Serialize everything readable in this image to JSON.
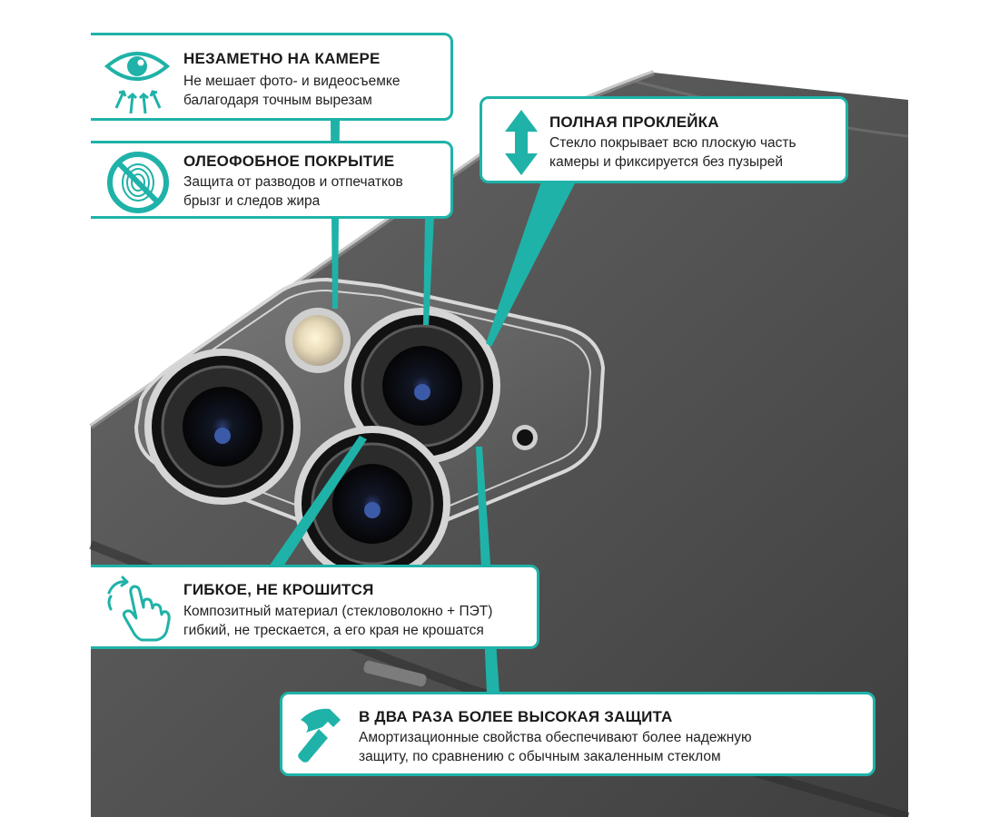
{
  "accent_color": "#1fb2a8",
  "features": [
    {
      "icon": "eye-icon",
      "title": "НЕЗАМЕТНО НА КАМЕРЕ",
      "lines": [
        "Не мешает фото- и видеосъемке",
        "балагодаря точным вырезам"
      ]
    },
    {
      "icon": "no-fingerprint-icon",
      "title": "ОЛЕОФОБНОЕ ПОКРЫТИЕ",
      "lines": [
        "Защита от разводов и отпечатков",
        "брызг и следов жира"
      ]
    },
    {
      "icon": "double-arrow-vertical-icon",
      "title": "ПОЛНАЯ ПРОКЛЕЙКА",
      "lines": [
        "Стекло покрывает всю плоскую часть",
        "камеры и фиксируется без пузырей"
      ]
    },
    {
      "icon": "flex-hand-icon",
      "title": "ГИБКОЕ, НЕ КРОШИТСЯ",
      "lines": [
        "Композитный материал (стекловолокно + ПЭТ)",
        "гибкий, не трескается, а его края не крошатся"
      ]
    },
    {
      "icon": "hammer-icon",
      "title": "В ДВА РАЗА БОЛЕЕ ВЫСОКАЯ ЗАЩИТА",
      "lines": [
        "Амортизационные свойства обеспечивают более надежную",
        "защиту, по сравнению с обычным закаленным стеклом"
      ]
    }
  ]
}
